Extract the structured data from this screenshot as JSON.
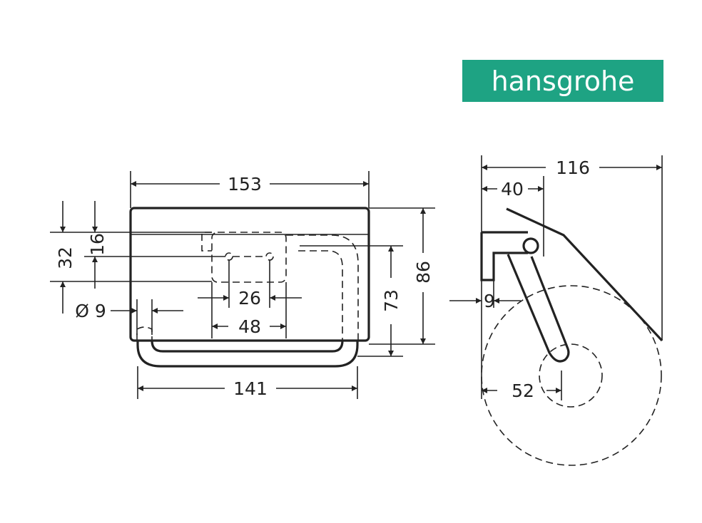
{
  "brand": {
    "name": "hansgrohe",
    "color": "#1ea383"
  },
  "front_view": {
    "width_top": "153",
    "width_bar": "141",
    "dim_32": "32",
    "dim_16": "16",
    "hole_spacing": "26",
    "plate_width": "48",
    "hole_diameter": "Ø 9",
    "dim_73": "73",
    "height": "86"
  },
  "side_view": {
    "depth": "116",
    "dim_40": "40",
    "dim_9": "9",
    "dim_52": "52"
  }
}
